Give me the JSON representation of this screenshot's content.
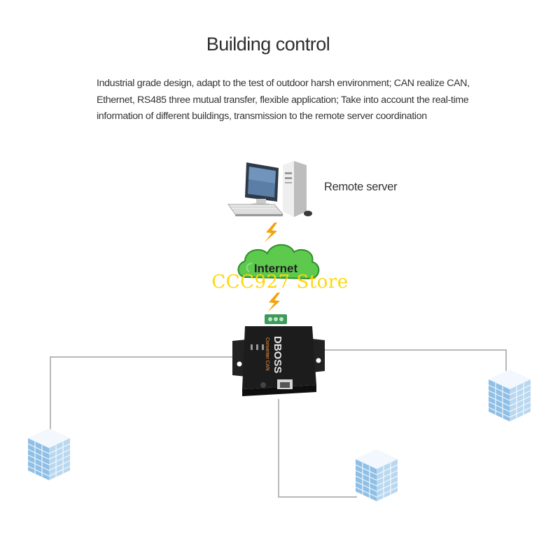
{
  "header": {
    "title": "Building control",
    "description": "Industrial grade design, adapt to the test of outdoor harsh environment; CAN realize CAN, Ethernet, RS485 three mutual transfer, flexible application; Take into account the real-time information of different buildings, transmission to the remote server coordination"
  },
  "diagram": {
    "remote_server_label": "Remote server",
    "cloud_label": "Internet",
    "device_brand": "DBOSS",
    "device_subtitle": "Converter CAN"
  },
  "watermark": "CCC927 Store",
  "colors": {
    "cloud_green": "#57c84a",
    "bolt_orange": "#f2a30d",
    "device_body": "#1c1c1c",
    "building_blue": "#8fbfe6",
    "watermark": "#ffd60a",
    "line_gray": "#b8b8b8"
  },
  "icons": [
    "desktop-computer-icon",
    "lightning-bolt-icon",
    "cloud-icon",
    "converter-device-icon",
    "building-icon"
  ]
}
